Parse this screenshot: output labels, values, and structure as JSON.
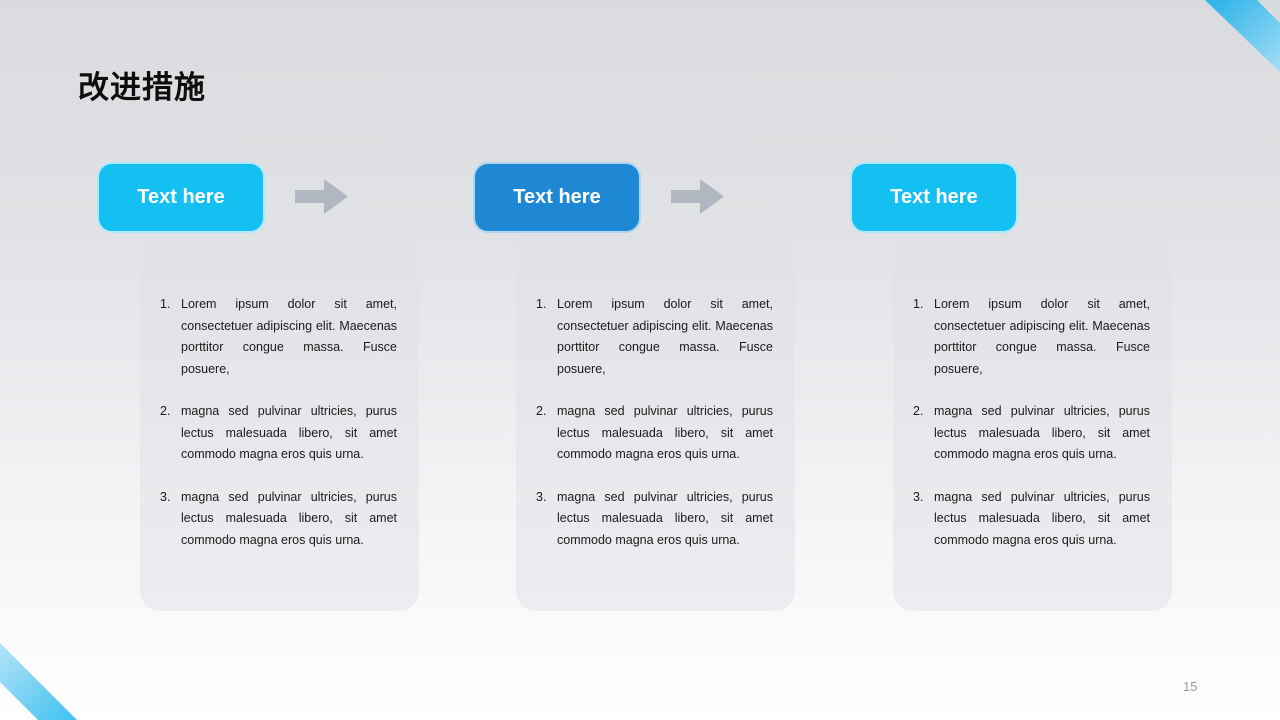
{
  "slide": {
    "title": "改进措施",
    "page_number": "15"
  },
  "diagram": {
    "steps": [
      {
        "label": "Text here",
        "color": "#14bff2",
        "arrow_after": true,
        "items": [
          {
            "num": "1.",
            "text": "Lorem ipsum dolor sit amet, consectetuer adipiscing elit. Maecenas porttitor congue massa. Fusce posuere,"
          },
          {
            "num": "2.",
            "text": "magna sed pulvinar ultricies, purus lectus malesuada libero, sit amet commodo magna eros quis urna."
          },
          {
            "num": "3.",
            "text": "magna sed pulvinar ultricies, purus lectus malesuada libero, sit amet commodo magna eros quis urna."
          }
        ]
      },
      {
        "label": "Text here",
        "color": "#1e88d4",
        "arrow_after": true,
        "items": [
          {
            "num": "1.",
            "text": "Lorem ipsum dolor sit amet, consectetuer adipiscing elit. Maecenas porttitor congue massa. Fusce posuere,"
          },
          {
            "num": "2.",
            "text": "magna sed pulvinar ultricies, purus lectus malesuada libero, sit amet commodo magna eros quis urna."
          },
          {
            "num": "3.",
            "text": "magna sed pulvinar ultricies, purus lectus malesuada libero, sit amet commodo magna eros quis urna."
          }
        ]
      },
      {
        "label": "Text here",
        "color": "#14bff2",
        "arrow_after": false,
        "items": [
          {
            "num": "1.",
            "text": "Lorem ipsum dolor sit amet, consectetuer adipiscing elit. Maecenas porttitor congue massa. Fusce posuere,"
          },
          {
            "num": "2.",
            "text": "magna sed pulvinar ultricies, purus lectus malesuada libero, sit amet commodo magna eros quis urna."
          },
          {
            "num": "3.",
            "text": "magna sed pulvinar ultricies, purus lectus malesuada libero, sit amet commodo magna eros quis urna."
          }
        ]
      }
    ]
  },
  "colors": {
    "accent_cyan": "#14bff2",
    "accent_blue": "#1e88d4",
    "arrow_gray": "#b0b7c1",
    "card_gray": "#e2e4e8",
    "ribbon_strong": "#2db4e9",
    "ribbon_light": "#aadef6"
  }
}
